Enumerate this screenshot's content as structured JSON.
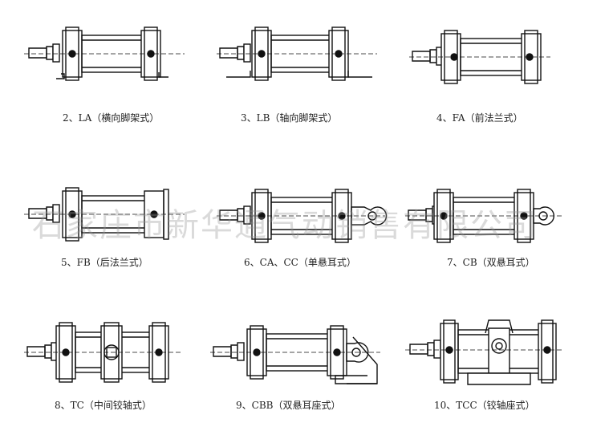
{
  "cylinders": [
    {
      "caption": "2、LA（横向脚架式）"
    },
    {
      "caption": "3、LB（轴向脚架式）"
    },
    {
      "caption": "4、FA（前法兰式）"
    },
    {
      "caption": "5、FB（后法兰式）"
    },
    {
      "caption": "6、CA、CC（单悬耳式）"
    },
    {
      "caption": "7、CB（双悬耳式）"
    },
    {
      "caption": "8、TC（中间铰轴式）"
    },
    {
      "caption": "9、CBB（双悬耳座式）"
    },
    {
      "caption": "10、TCC（铰轴座式）"
    }
  ],
  "watermark": "石家庄市新华通气动销售有限公司",
  "colors": {
    "line": "#111111",
    "accent": "#666666"
  }
}
